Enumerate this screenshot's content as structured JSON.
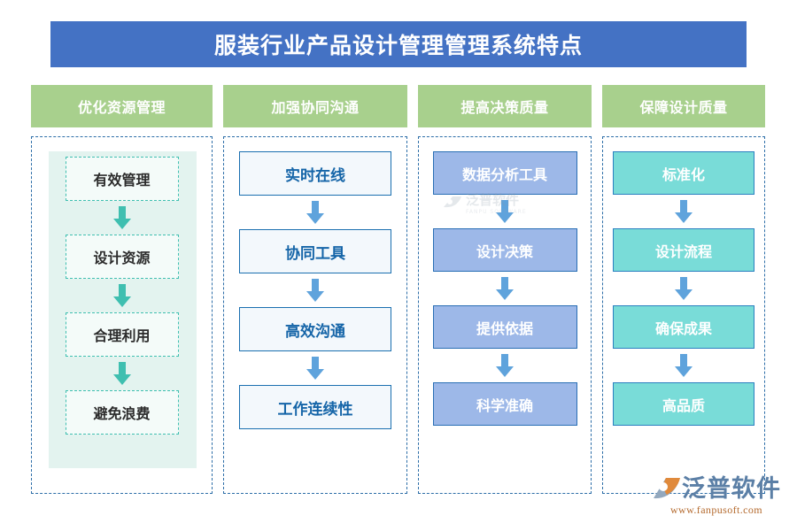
{
  "banner": {
    "title": "服装行业产品设计管理管理系统特点",
    "bg_color": "#4472C4",
    "text_color": "#FFFFFF"
  },
  "columns": [
    {
      "header": "优化资源管理",
      "header_color": "#A8D08D",
      "panel_color": "#E3F3EF",
      "node_style": "teal-dashed",
      "accent_color": "#3FBFB0",
      "nodes": [
        "有效管理",
        "设计资源",
        "合理利用",
        "避免浪费"
      ]
    },
    {
      "header": "加强协同沟通",
      "header_color": "#A8D08D",
      "panel_color": "#FFFFFF",
      "node_style": "blue-outline",
      "accent_color": "#5FA3DC",
      "nodes": [
        "实时在线",
        "协同工具",
        "高效沟通",
        "工作连续性"
      ]
    },
    {
      "header": "提高决策质量",
      "header_color": "#A8D08D",
      "panel_color": "#FFFFFF",
      "node_style": "periwinkle",
      "accent_color": "#5FA3DC",
      "nodes": [
        "数据分析工具",
        "设计决策",
        "提供依据",
        "科学准确"
      ]
    },
    {
      "header": "保障设计质量",
      "header_color": "#A8D08D",
      "panel_color": "#FFFFFF",
      "node_style": "turquoise",
      "accent_color": "#5FA3DC",
      "nodes": [
        "标准化",
        "设计流程",
        "确保成果",
        "高品质"
      ]
    }
  ],
  "watermark": {
    "name": "泛普软件",
    "sub": "FANPU SOFTWARE"
  },
  "logo": {
    "name": "泛普软件",
    "url": "www.fanpusoft.com"
  }
}
